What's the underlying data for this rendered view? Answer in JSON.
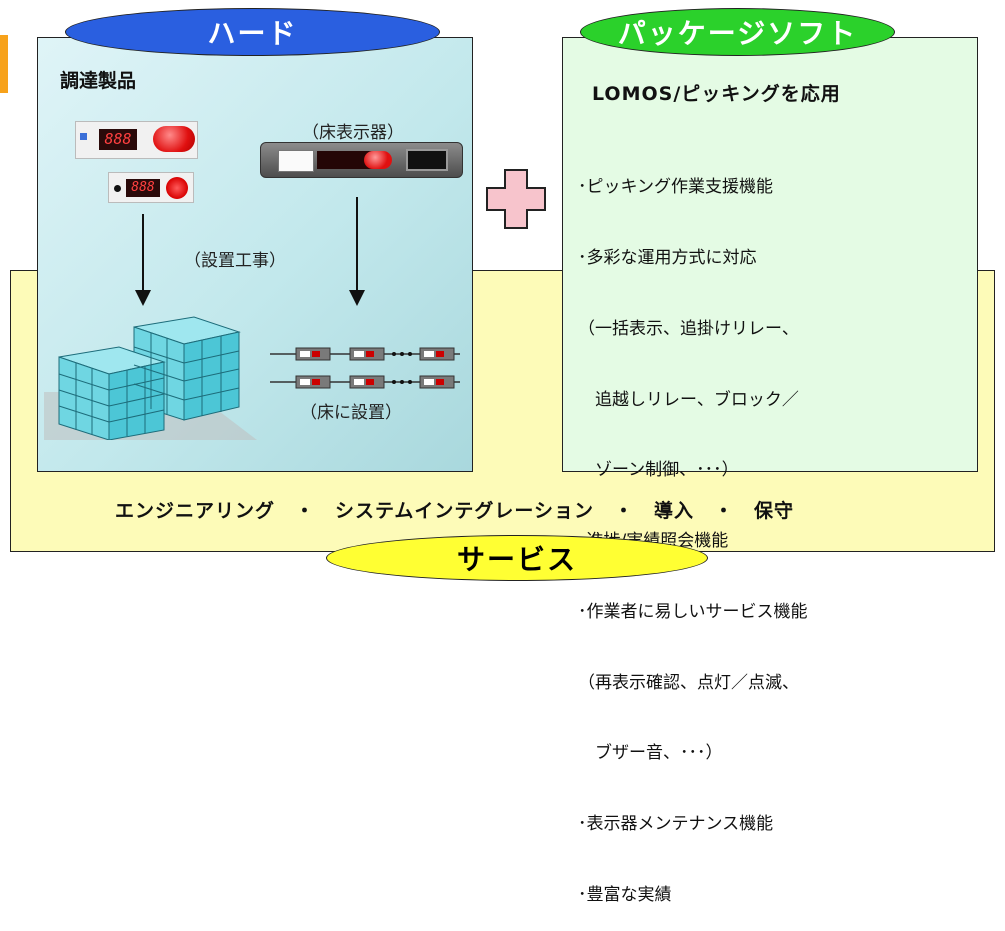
{
  "hard": {
    "title": "ハード",
    "procured_products": "調達製品",
    "floor_display": "（床表示器）",
    "installation_work": "（設置工事）",
    "floor_install": "（床に設置）"
  },
  "software": {
    "title": "パッケージソフト",
    "subtitle": "LOMOS/ピッキングを応用",
    "features": [
      "･ピッキング作業支援機能",
      "･多彩な運用方式に対応",
      "（一括表示、追掛けリレー、",
      "　追越しリレー、ブロック／",
      "　ゾーン制御、･･･）",
      "･進捗/実績照会機能",
      "･作業者に易しいサービス機能",
      "（再表示確認、点灯／点滅、",
      "　ブザー音、･･･）",
      "･表示器メンテナンス機能",
      "･豊富な実績"
    ]
  },
  "service": {
    "title": "サービス",
    "items": "エンジニアリング　・　システムインテグレーション　・　導入　・　保守"
  },
  "colors": {
    "hard_oval": "#2a5fe0",
    "soft_oval": "#2bd12b",
    "service_oval": "#ffff33",
    "plus": "#f7c4cc"
  },
  "display_digits": {
    "device1": "888",
    "device2": "888"
  }
}
